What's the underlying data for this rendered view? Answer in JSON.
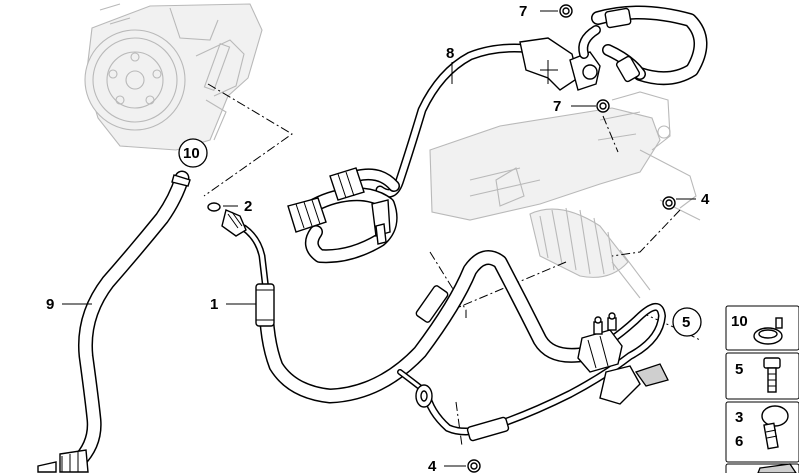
{
  "callouts": {
    "c1": "1",
    "c2": "2",
    "c4a": "4",
    "c4b": "4",
    "c5": "5",
    "c7a": "7",
    "c7b": "7",
    "c8": "8",
    "c9": "9",
    "c10": "10"
  },
  "legend": {
    "l10": "10",
    "l5": "5",
    "l3": "3",
    "l6": "6"
  },
  "icons": {
    "pump": "power-steering-pump-icon",
    "rack": "steering-gear-icon",
    "clamp": "hose-clamp-icon",
    "bolt": "banjo-bolt-icon",
    "washer": "sealing-washer-icon"
  }
}
